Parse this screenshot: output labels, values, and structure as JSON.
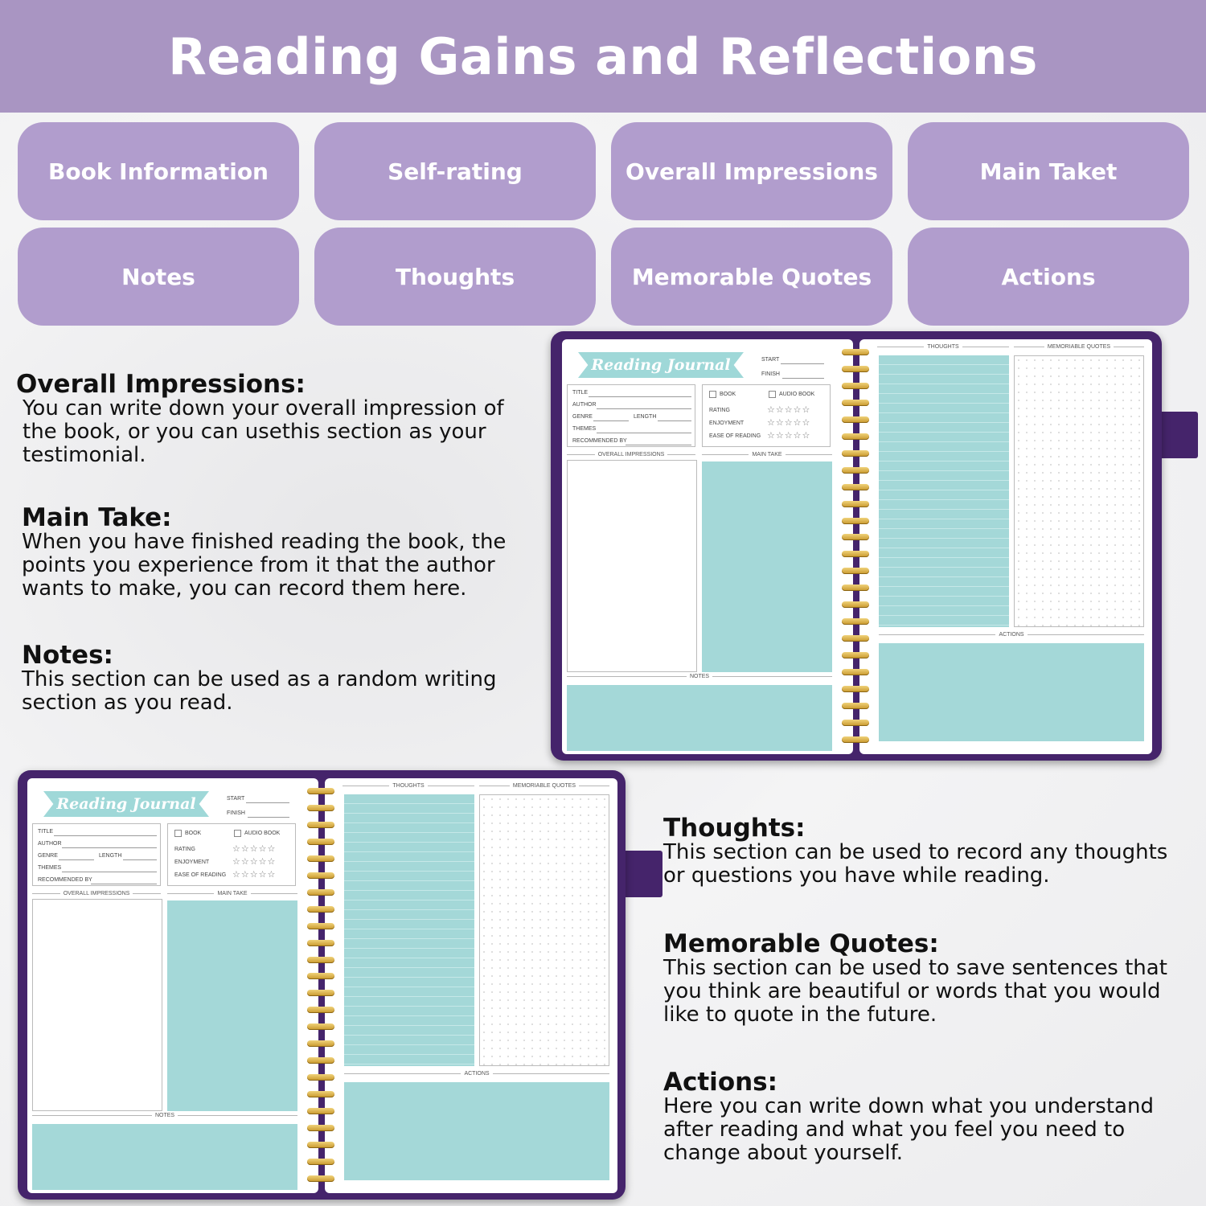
{
  "header": {
    "title": "Reading Gains and Reflections"
  },
  "features": [
    "Book Information",
    "Self-rating",
    "Overall Impressions",
    "Main Taket",
    "Notes",
    "Thoughts",
    "Memorable Quotes",
    "Actions"
  ],
  "descriptions": {
    "overall": {
      "title": "Overall Impressions:",
      "text": "You can write down your overall impression of the book, or you can usethis section as your testimonial."
    },
    "main_take": {
      "title": "Main Take:",
      "text": "When you have finished reading the book, the points you experience from it that the author wants to make, you can record them here."
    },
    "notes": {
      "title": "Notes:",
      "text": "This section can be used as a random writing section as you read."
    },
    "thoughts": {
      "title": "Thoughts:",
      "text": "This section can be used to record any thoughts or questions you have while reading."
    },
    "quotes": {
      "title": "Memorable Quotes:",
      "text": "This section can be used to save sentences that you think are beautiful or words that you would like to quote in the future."
    },
    "actions": {
      "title": "Actions:",
      "text": "Here you can write down what you understand after reading and what you feel you need to change about yourself."
    }
  },
  "journal": {
    "banner": "Reading Journal",
    "start": "START",
    "finish": "FINISH",
    "title": "TITLE",
    "author": "AUTHOR",
    "genre": "GENRE",
    "length": "LENGTH",
    "themes": "THEMES",
    "recommended_by": "RECOMMENDED BY",
    "book": "BOOK",
    "audio_book": "AUDIO BOOK",
    "rating": "RATING",
    "enjoyment": "ENJOYMENT",
    "ease_of_reading": "EASE OF READING",
    "stars": "☆☆☆☆☆",
    "overall_impressions": "OVERALL IMPRESSIONS",
    "main_take": "MAIN TAKE",
    "notes": "NOTES",
    "thoughts": "THOUGHTS",
    "memorable_quotes": "MEMORIABLE QUOTES",
    "actions": "ACTIONS"
  },
  "colors": {
    "header": "#a995c2",
    "pill": "#b19dcd",
    "cover": "#45246b",
    "teal": "#a4d8d8",
    "spiral": "#d4a53a"
  }
}
